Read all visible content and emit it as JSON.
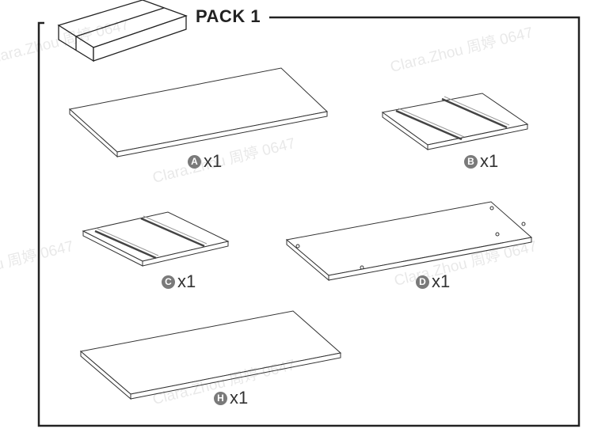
{
  "pack_title": "PACK 1",
  "watermark": "Clara.Zhou 周婷 0647",
  "parts": [
    {
      "letter": "A",
      "qty": "x1"
    },
    {
      "letter": "B",
      "qty": "x1"
    },
    {
      "letter": "C",
      "qty": "x1"
    },
    {
      "letter": "D",
      "qty": "x1"
    },
    {
      "letter": "H",
      "qty": "x1"
    }
  ],
  "colors": {
    "line": "#222222",
    "badge": "#7a7a7a"
  }
}
